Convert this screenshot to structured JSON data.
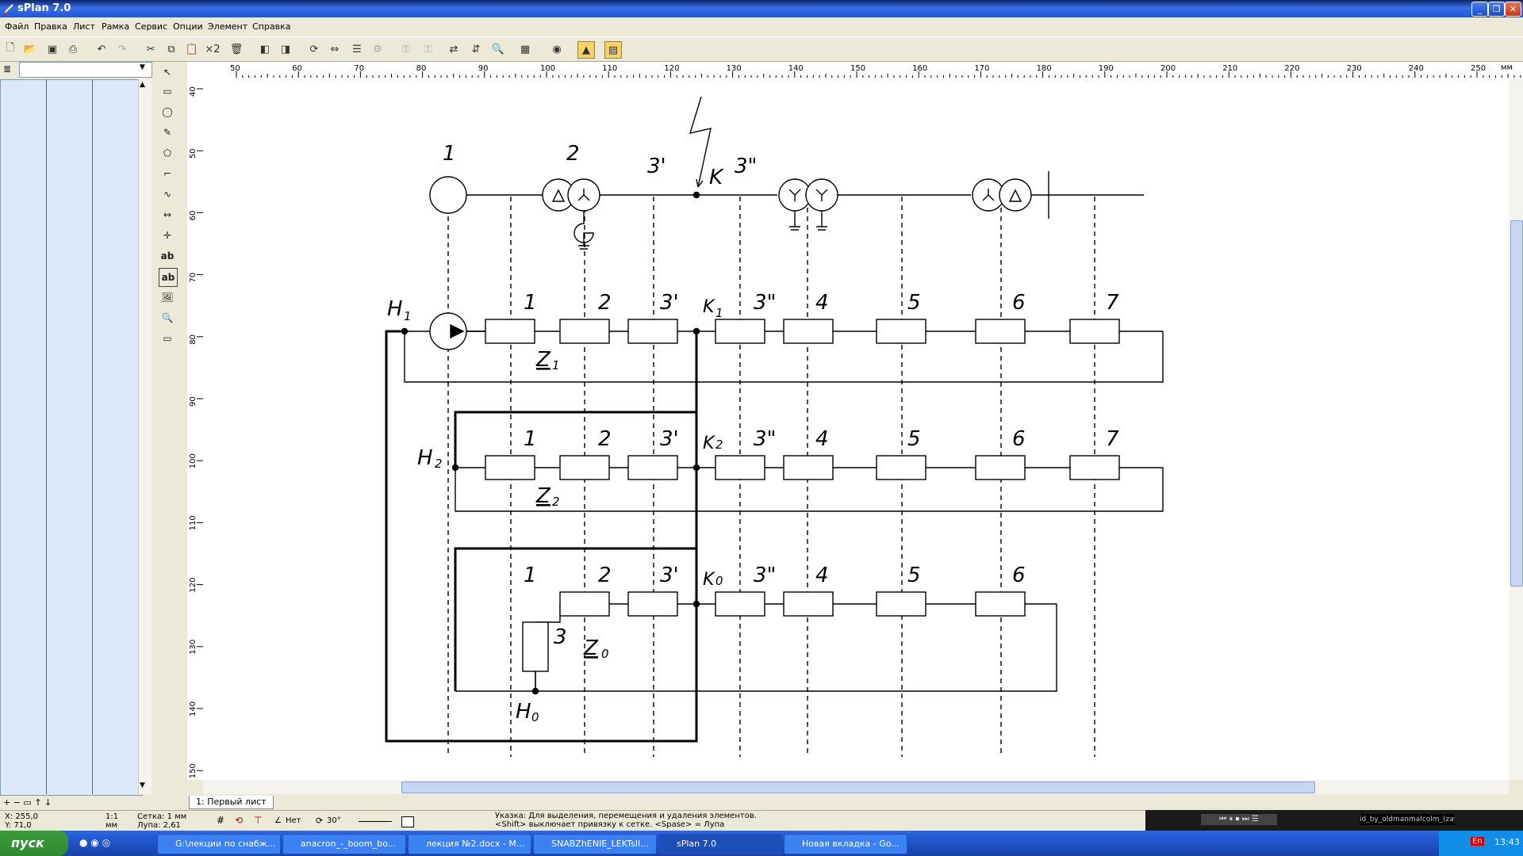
{
  "window": {
    "title": "sPlan 7.0"
  },
  "menu": [
    "Файл",
    "Правка",
    "Лист",
    "Рамка",
    "Сервис",
    "Опции",
    "Элемент",
    "Справка"
  ],
  "ruler": {
    "unit": "мм",
    "top_ticks": [
      "50",
      "60",
      "70",
      "80",
      "90",
      "100",
      "110",
      "120",
      "130",
      "140",
      "150",
      "160",
      "170",
      "180",
      "190",
      "200",
      "210",
      "220",
      "230",
      "240",
      "250"
    ],
    "left_ticks": [
      "40",
      "50",
      "60",
      "70",
      "80",
      "90",
      "100",
      "110",
      "120",
      "130",
      "140",
      "150"
    ]
  },
  "sheet_tab": "1: Первый лист",
  "status": {
    "x": "X: 255,0",
    "y": "Y: 71,0",
    "scale": "1:1",
    "unit": "мм",
    "grid": "Сетка: 1 мм",
    "zoom": "Лупа: 2,61",
    "snap": "Нет",
    "angle": "30°",
    "hint1": "Указка: Для выделения, перемещения и удаления элементов.",
    "hint2": "<Shift> выключает привязку к сетке. <Spase> = Лупа"
  },
  "taskbar": {
    "start": "пуск",
    "tasks": [
      "G:\\лекции по снабж...",
      "anacron_-_boom_bo...",
      "лекция №2.docx - M...",
      "SNABZhENIE_LEKTsII...",
      "sPlan 7.0",
      "Новая вкладка - Go..."
    ],
    "active_index": 4,
    "clock": "13:43",
    "lang": "En",
    "player_track": "id_by_oldmanmalcolm_(zayce"
  },
  "schematic": {
    "top_labels": [
      "1",
      "2",
      "3'",
      "K",
      "3\""
    ],
    "row1": {
      "node": "H",
      "node_sub": "1",
      "z": "Z",
      "z_sub": "1",
      "k": "K",
      "k_sub": "1",
      "labels": [
        "1",
        "2",
        "3'",
        "3\"",
        "4",
        "5",
        "6",
        "7"
      ]
    },
    "row2": {
      "node": "H",
      "node_sub": "2",
      "z": "Z",
      "z_sub": "2",
      "k": "K",
      "k_sub": "2",
      "labels": [
        "1",
        "2",
        "3'",
        "3\"",
        "4",
        "5",
        "6",
        "7"
      ]
    },
    "row0": {
      "node": "H",
      "node_sub": "0",
      "z": "Z",
      "z_sub": "0",
      "k": "K",
      "k_sub": "0",
      "labels": [
        "1",
        "2",
        "3'",
        "3\"",
        "4",
        "5",
        "6"
      ],
      "extra_label": "3"
    }
  }
}
